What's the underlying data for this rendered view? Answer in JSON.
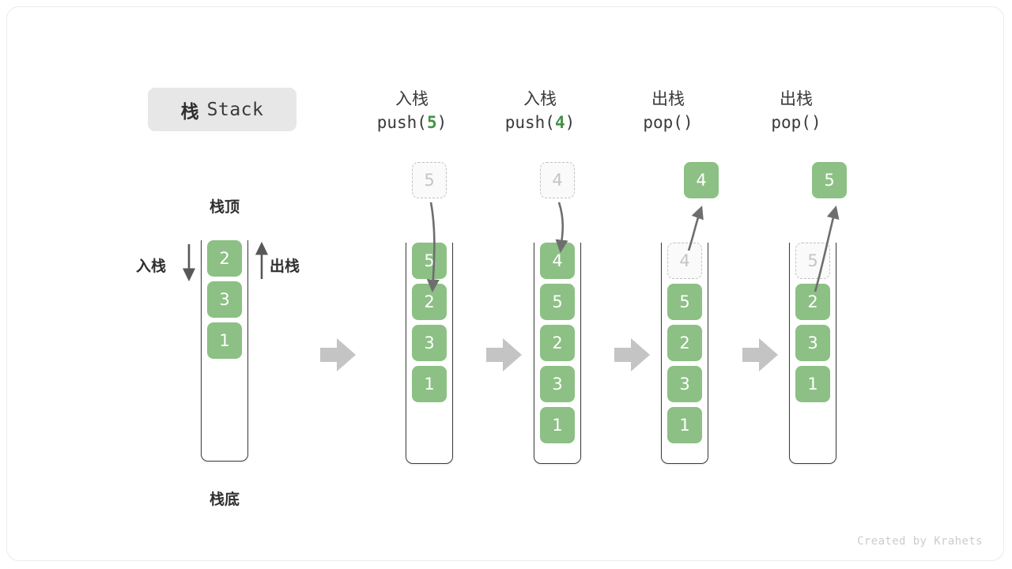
{
  "card": {
    "title_cn": "栈",
    "title_en": "Stack",
    "footer": "Created by Krahets"
  },
  "colors": {
    "element_green": "#8cc084",
    "accent_green": "#429245",
    "ghost_border": "#c2c2c2",
    "ghost_fill": "#fafafa",
    "tube_stroke": "#3c3c3c",
    "flow_arrow": "#c4c4c4",
    "text_dark": "#2f2f2f"
  },
  "first_stack": {
    "top_label": "栈顶",
    "bottom_label": "栈底",
    "push_label": "入栈",
    "pop_label": "出栈",
    "cells": [
      "2",
      "3",
      "1"
    ]
  },
  "steps": [
    {
      "id": "push-5",
      "header_cn": "入栈",
      "header_fn_prefix": "push(",
      "header_fn_arg": "5",
      "header_fn_suffix": ")",
      "float_box": {
        "value": "5",
        "style": "ghost",
        "position": "above"
      },
      "arrow": "down-into-stack",
      "cells": [
        "5",
        "2",
        "3",
        "1"
      ],
      "ghost_index": -1
    },
    {
      "id": "push-4",
      "header_cn": "入栈",
      "header_fn_prefix": "push(",
      "header_fn_arg": "4",
      "header_fn_suffix": ")",
      "float_box": {
        "value": "4",
        "style": "ghost",
        "position": "above"
      },
      "arrow": "down-into-stack",
      "cells": [
        "4",
        "5",
        "2",
        "3",
        "1"
      ],
      "ghost_index": -1
    },
    {
      "id": "pop-1",
      "header_cn": "出栈",
      "header_fn_prefix": "pop(",
      "header_fn_arg": "",
      "header_fn_suffix": ")",
      "float_box": {
        "value": "4",
        "style": "filled",
        "position": "above"
      },
      "arrow": "up-out-of-stack",
      "cells": [
        "4",
        "5",
        "2",
        "3",
        "1"
      ],
      "ghost_index": 0
    },
    {
      "id": "pop-2",
      "header_cn": "出栈",
      "header_fn_prefix": "pop(",
      "header_fn_arg": "",
      "header_fn_suffix": ")",
      "float_box": {
        "value": "5",
        "style": "filled",
        "position": "above"
      },
      "arrow": "up-out-of-stack",
      "cells": [
        "5",
        "2",
        "3",
        "1"
      ],
      "ghost_index": 0
    }
  ],
  "flow_arrows": [
    "→",
    "→",
    "→",
    "→"
  ]
}
